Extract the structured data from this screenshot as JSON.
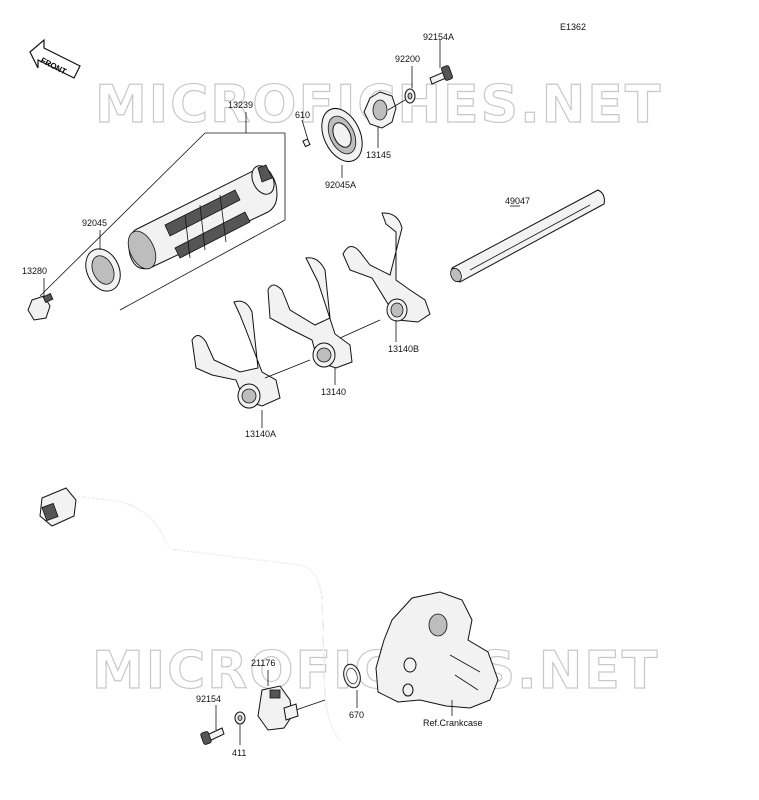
{
  "diagram_id": "E1362",
  "front_label": "FRONT",
  "watermark": "MICROFICHES.NET",
  "labels": {
    "p92154A": "92154A",
    "p92200": "92200",
    "p13239": "13239",
    "p610": "610",
    "p13145": "13145",
    "p92045A": "92045A",
    "p49047": "49047",
    "p92045": "92045",
    "p13280": "13280",
    "p13140B": "13140B",
    "p13140": "13140",
    "p13140A": "13140A",
    "p21176": "21176",
    "p92154": "92154",
    "p411": "411",
    "p670": "670",
    "ref_crankcase": "Ref.Crankcase"
  }
}
